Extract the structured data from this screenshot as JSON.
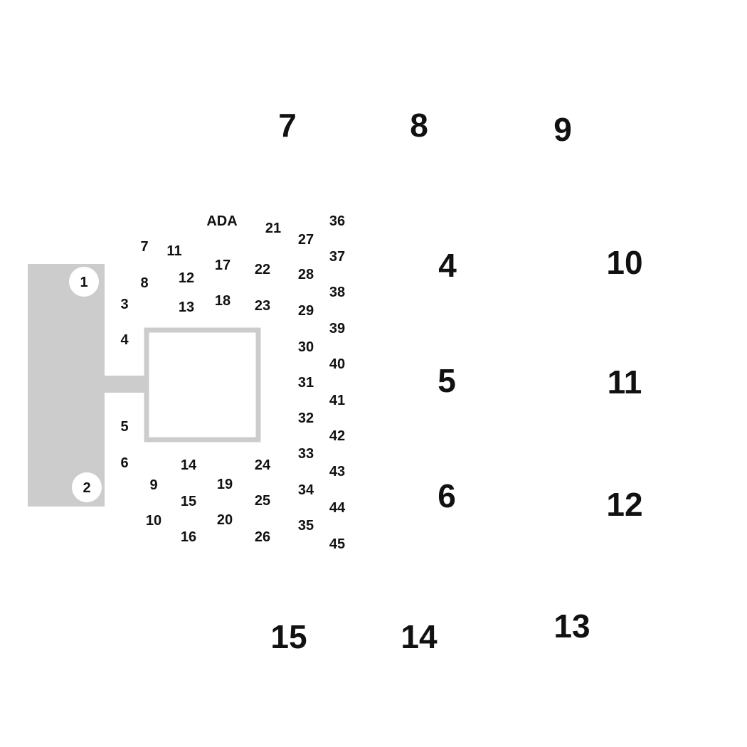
{
  "colors": {
    "stage": "#cccccc",
    "text": "#111111",
    "background": "#ffffff",
    "circle": "#ffffff"
  },
  "stage": {
    "circle_top": "1",
    "circle_bottom": "2"
  },
  "ada_label": "ADA",
  "small_numbers": {
    "s3": "3",
    "s4": "4",
    "s5": "5",
    "s6": "6",
    "s7": "7",
    "s8": "8",
    "s9": "9",
    "s10": "10",
    "s11": "11",
    "s12": "12",
    "s13": "13",
    "s14": "14",
    "s15": "15",
    "s16": "16",
    "s17": "17",
    "s18": "18",
    "s19": "19",
    "s20": "20",
    "s21": "21",
    "s22": "22",
    "s23": "23",
    "s24": "24",
    "s25": "25",
    "s26": "26",
    "s27": "27",
    "s28": "28",
    "s29": "29",
    "s30": "30",
    "s31": "31",
    "s32": "32",
    "s33": "33",
    "s34": "34",
    "s35": "35",
    "s36": "36",
    "s37": "37",
    "s38": "38",
    "s39": "39",
    "s40": "40",
    "s41": "41",
    "s42": "42",
    "s43": "43",
    "s44": "44",
    "s45": "45"
  },
  "large_numbers": {
    "b4": "4",
    "b5": "5",
    "b6": "6",
    "b7": "7",
    "b8": "8",
    "b9": "9",
    "b10": "10",
    "b11": "11",
    "b12": "12",
    "b13": "13",
    "b14": "14",
    "b15": "15"
  }
}
